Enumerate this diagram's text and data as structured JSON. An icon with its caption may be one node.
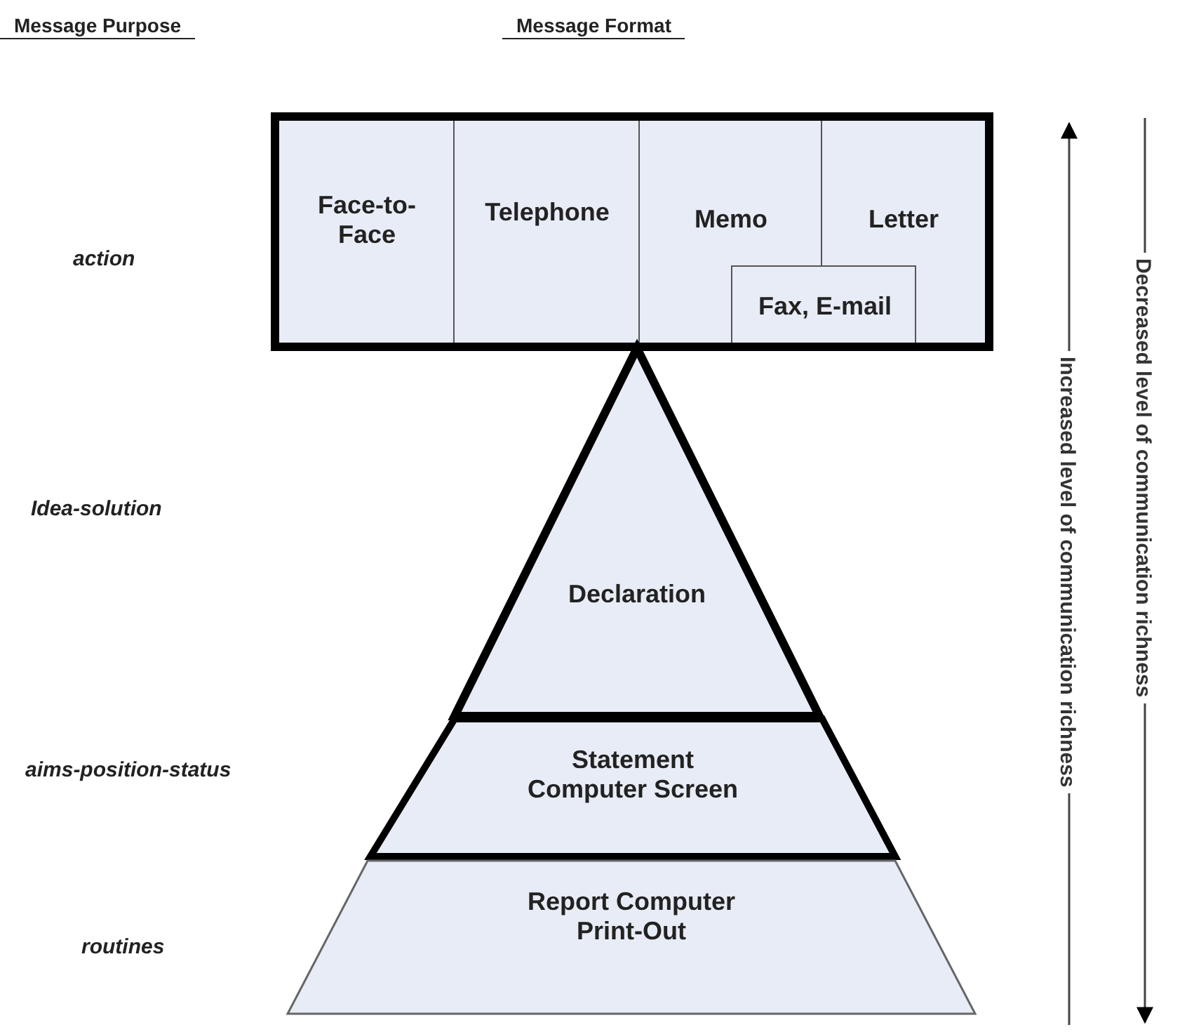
{
  "diagram": {
    "nodes": [
      {
        "text": [],
        "shape": "box"
      },
      {
        "text": [
          "Face-to-Face"
        ],
        "in": 0
      },
      {
        "text": [
          "Telephone"
        ],
        "in": 0
      },
      {
        "text": [
          "Memo"
        ],
        "in": 0
      },
      {
        "text": [
          "Letter"
        ],
        "in": 0
      },
      {
        "text": [
          "Fax, E-mail"
        ],
        "in": 0
      },
      {
        "text": [
          "Declaration"
        ]
      },
      {
        "text": [
          "Statement Computer Screen"
        ]
      },
      {
        "text": [
          "Report Computer Print-Out"
        ]
      }
    ],
    "labels": [
      "Message Purpose",
      "Message Format",
      "action",
      "Idea-solution",
      "aims-position-status",
      "routines",
      "Increased level of communication richness",
      "Decreased level of communication richness"
    ]
  }
}
